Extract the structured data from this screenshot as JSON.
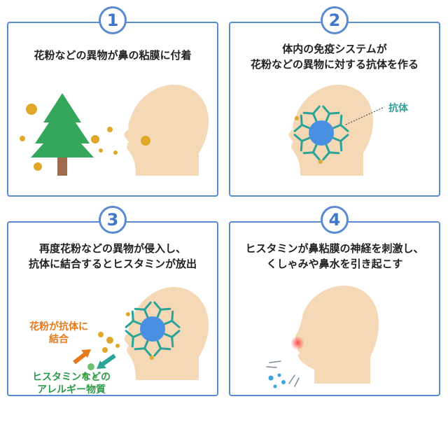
{
  "panels": [
    {
      "number": "1",
      "title_lines": [
        "花粉などの異物が鼻の粘膜に付着"
      ]
    },
    {
      "number": "2",
      "title_lines": [
        "体内の免疫システムが",
        "花粉などの異物に対する抗体を作る"
      ],
      "antibody_label": "抗体"
    },
    {
      "number": "3",
      "title_lines": [
        "再度花粉などの異物が侵入し、",
        "抗体に結合するとヒスタミンが放出"
      ],
      "pollen_label_lines": [
        "花粉が抗体に",
        "結合"
      ],
      "histamine_label_lines": [
        "ヒスタミンなどの",
        "アレルギー物質"
      ]
    },
    {
      "number": "4",
      "title_lines": [
        "ヒスタミンが鼻粘膜の神経を刺激し、",
        "くしゃみや鼻水を引き起こす"
      ]
    }
  ],
  "colors": {
    "border": "#5a8ad0",
    "number": "#3f78c8",
    "skin": "#f5d8b5",
    "pollen": "#e0a82a",
    "tree": "#35a75c",
    "trunk": "#a06a4c",
    "antibody": "#2aa398",
    "cell": "#4a90e2",
    "orange_label": "#e57a1a",
    "green_label": "#2e9a48"
  },
  "icons": [
    "pollen-icon",
    "tree-icon",
    "head-icon",
    "antibody-icon",
    "arrow-icon",
    "droplet-icon"
  ]
}
